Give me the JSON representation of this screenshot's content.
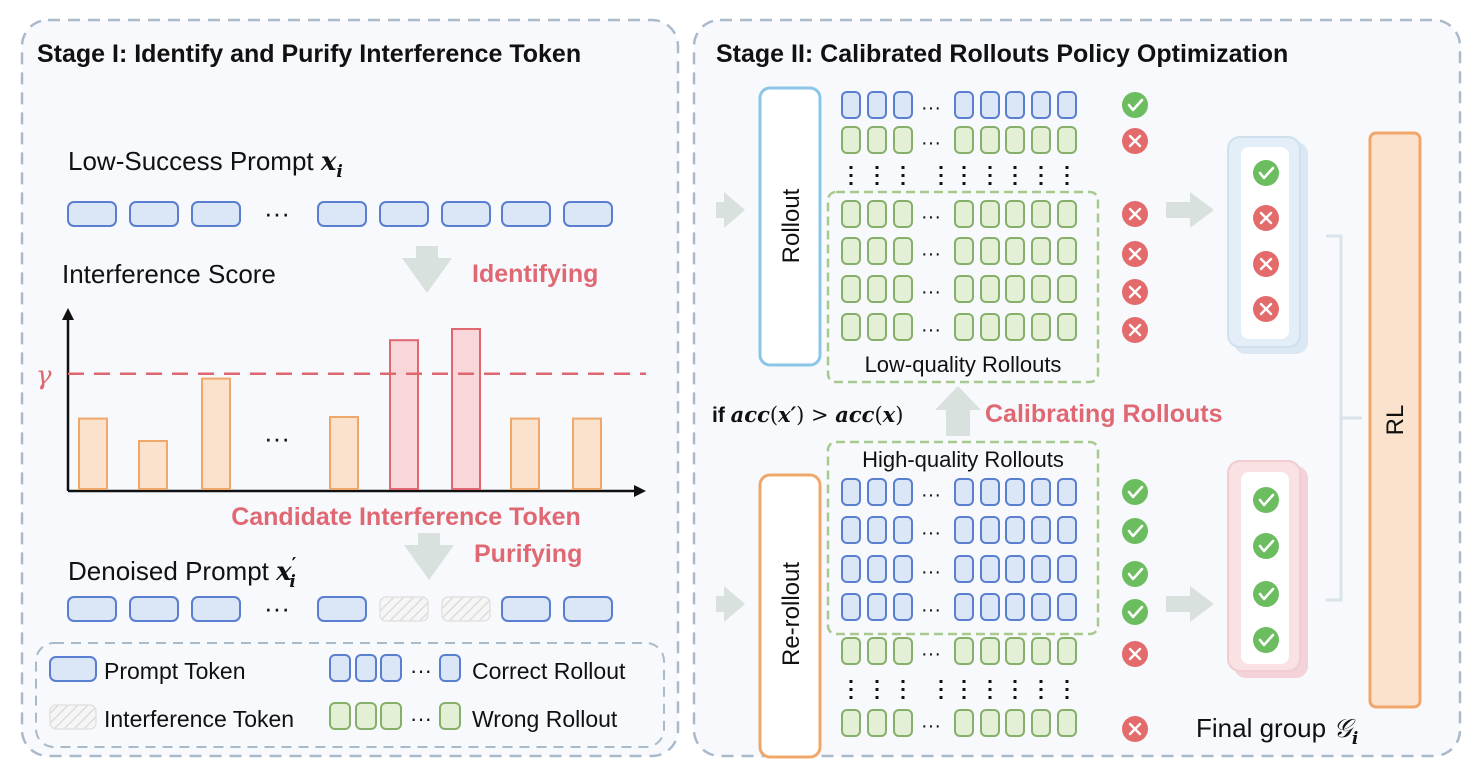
{
  "stage1": {
    "title": "Stage I: Identify and Purify Interference Token",
    "low_success_prompt": {
      "label": "Low-Success Prompt ",
      "math_symbol": "x",
      "math_sub": "i"
    },
    "interference_score_label": "Interference Score",
    "identifying_label": "Identifying",
    "gamma_symbol": "γ",
    "candidate_label": "Candidate Interference Token",
    "purifying_label": "Purifying",
    "denoised_prompt": {
      "label": "Denoised Prompt ",
      "math_symbol": "x",
      "math_prime": "′",
      "math_sub": "i"
    },
    "ellipsis": "···",
    "legend": {
      "prompt_token": "Prompt Token",
      "interference_token": "Interference Token",
      "correct_rollout": "Correct Rollout",
      "wrong_rollout": "Wrong Rollout"
    }
  },
  "chart_data": {
    "type": "bar",
    "threshold_label": "γ",
    "threshold": 0.72,
    "values": [
      0.44,
      0.3,
      0.69,
      null,
      0.45,
      0.93,
      1.0,
      0.44,
      0.44
    ],
    "highlighted": [
      5,
      6
    ],
    "ylim": [
      0,
      1.1
    ]
  },
  "stage2": {
    "title": "Stage II: Calibrated Rollouts Policy Optimization",
    "rollout_label": "Rollout",
    "rerollout_label": "Re-rollout",
    "low_quality_label": "Low-quality Rollouts",
    "high_quality_label": "High-quality Rollouts",
    "calibrating_label": "Calibrating Rollouts",
    "condition": {
      "prefix": "if ",
      "lhs_fn": "acc",
      "lhs_arg": "x′",
      "op": " > ",
      "rhs_fn": "acc",
      "rhs_arg": "x"
    },
    "rl_label": "RL",
    "final_group": {
      "label": "Final group ",
      "math_symbol": "𝒢",
      "math_sub": "i"
    }
  },
  "colors": {
    "blue_token": "#dbe6f6",
    "blue_border": "#5a7fd0",
    "green_token": "#e4f0d6",
    "green_border": "#86b06a",
    "orange_bar": "#fbe2cc",
    "orange_border": "#f0a76a",
    "red_bar": "#f8d6da",
    "red_border": "#e06670",
    "accent_red": "#e06873",
    "check_green": "#6bbd5f",
    "cross_red": "#e46b6b"
  }
}
